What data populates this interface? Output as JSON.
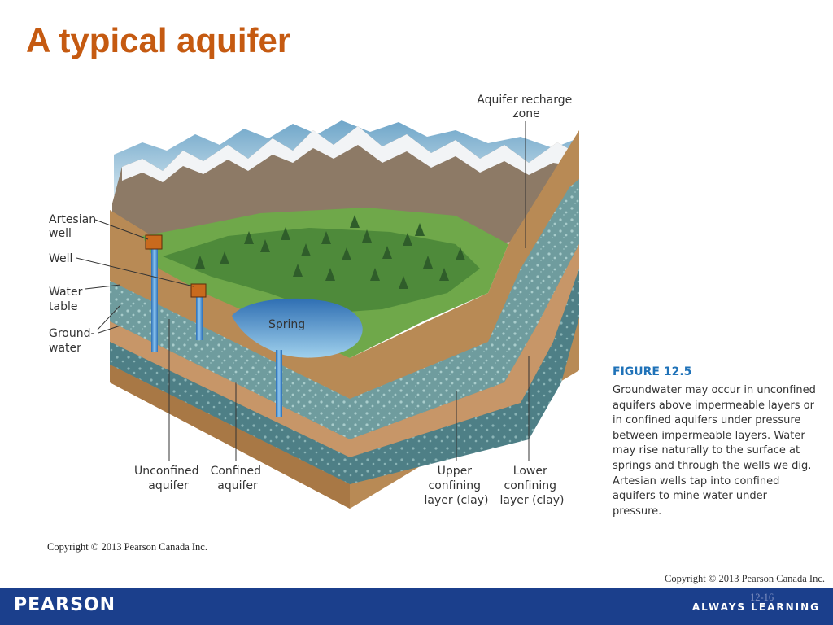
{
  "slide": {
    "title": "A typical aquifer"
  },
  "diagram": {
    "labels": {
      "recharge_zone": [
        "Aquifer recharge",
        "zone"
      ],
      "artesian_well": [
        "Artesian",
        "well"
      ],
      "well": [
        "Well"
      ],
      "water_table": [
        "Water",
        "table"
      ],
      "groundwater": [
        "Ground-",
        "water"
      ],
      "spring": [
        "Spring"
      ],
      "unconfined_aquifer": [
        "Unconfined",
        "aquifer"
      ],
      "confined_aquifer": [
        "Confined",
        "aquifer"
      ],
      "upper_confining": [
        "Upper",
        "confining",
        "layer (clay)"
      ],
      "lower_confining": [
        "Lower",
        "confining",
        "layer (clay)"
      ]
    }
  },
  "figure": {
    "heading": "FIGURE 12.5",
    "caption": "Groundwater may occur in unconfined aquifers above impermeable layers or in confined aquifers under pressure between impermeable layers. Water may rise naturally to the surface at springs and through the wells we dig. Artesian wells tap into confined aquifers to mine water under pressure.",
    "copyright": "Copyright © 2013 Pearson Canada Inc."
  },
  "footer": {
    "copyright": "Copyright © 2013 Pearson Canada Inc.",
    "slide_number": "12-16",
    "brand": "PEARSON",
    "tagline": "ALWAYS LEARNING"
  },
  "colors": {
    "title": "#c55a11",
    "footer_bar": "#1b3f8c",
    "figure_heading": "#1f72b8"
  }
}
